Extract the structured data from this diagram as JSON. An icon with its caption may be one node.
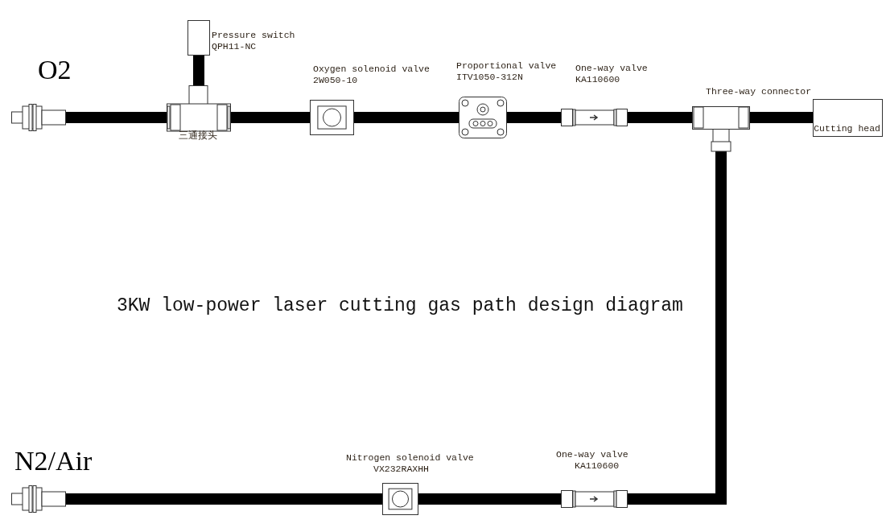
{
  "diagram": {
    "title": "3KW low-power laser cutting gas path design diagram",
    "nodes": [
      {
        "text": [],
        "shape": "picture",
        "beside": [
          "O2"
        ]
      },
      {
        "text": [],
        "shape": "picture",
        "beside": [
          "三通接头"
        ]
      },
      {
        "text": [],
        "shape": "box",
        "beside": [
          "Pressure switch",
          "QPH11-NC"
        ]
      },
      {
        "text": [],
        "shape": "picture",
        "beside": [
          "Oxygen solenoid valve",
          "2W050-10"
        ]
      },
      {
        "text": [],
        "shape": "picture",
        "beside": [
          "Proportional valve",
          "ITV1050-312N"
        ]
      },
      {
        "text": [],
        "shape": "picture",
        "beside": [
          "One-way valve",
          "KA110600"
        ]
      },
      {
        "text": [],
        "shape": "picture"
      },
      {
        "text": [
          "Cutting head"
        ]
      },
      {
        "text": [],
        "shape": "picture",
        "beside": [
          "N2/Air"
        ]
      },
      {
        "text": [],
        "shape": "picture",
        "beside": [
          "Nitrogen solenoid valve",
          "VX232RAXHH"
        ]
      },
      {
        "text": [],
        "shape": "picture",
        "beside": [
          "One-way valve",
          "KA110600"
        ]
      }
    ],
    "edges": [
      {
        "from": 0,
        "to": 1,
        "arrow": "none"
      },
      {
        "from": 1,
        "to": 2,
        "arrow": "none"
      },
      {
        "from": 1,
        "to": 3,
        "arrow": "none"
      },
      {
        "from": 3,
        "to": 4,
        "arrow": "none"
      },
      {
        "from": 4,
        "to": 5,
        "arrow": "none"
      },
      {
        "from": 5,
        "to": 6,
        "arrow": "none"
      },
      {
        "from": 6,
        "to": 7,
        "arrow": "none"
      },
      {
        "from": 8,
        "to": 9,
        "arrow": "none"
      },
      {
        "from": 9,
        "to": 10,
        "arrow": "none"
      },
      {
        "from": 10,
        "to": 6,
        "arrow": "none"
      }
    ],
    "labels": [
      "Three-way connector"
    ]
  }
}
